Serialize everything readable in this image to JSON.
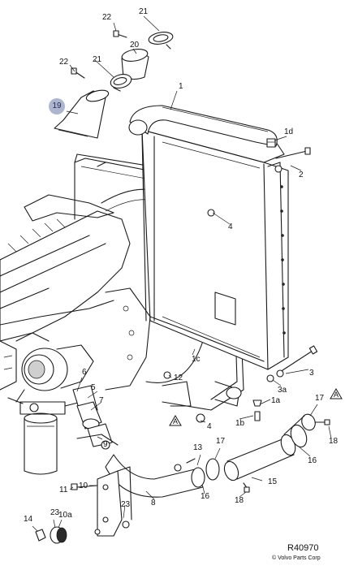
{
  "callouts": {
    "c1": "1",
    "c1a": "1a",
    "c1b": "1b",
    "c1c": "1c",
    "c1d": "1d",
    "c2": "2",
    "c3": "3",
    "c3a": "3a",
    "c4a": "4",
    "c4b": "4",
    "c5": "5",
    "c6": "6",
    "c7": "7",
    "c8": "8",
    "c9": "9",
    "c10": "10",
    "c10a": "10a",
    "c11": "11",
    "c12": "12",
    "c13": "13",
    "c14": "14",
    "c15": "15",
    "c16a": "16",
    "c16b": "16",
    "c17a": "17",
    "c17b": "17",
    "c18a": "18",
    "c18b": "18",
    "c19": "19",
    "c20": "20",
    "c21a": "21",
    "c21b": "21",
    "c22a": "22",
    "c22b": "22",
    "c23a": "23",
    "c23b": "23"
  },
  "markers": {
    "a_left": "A",
    "a_right": "A"
  },
  "footer": {
    "reference": "R40970",
    "copyright": "© Volvo Parts Corp"
  },
  "colors": {
    "highlight": "#aeb6cf",
    "line": "#1a1a1a"
  }
}
